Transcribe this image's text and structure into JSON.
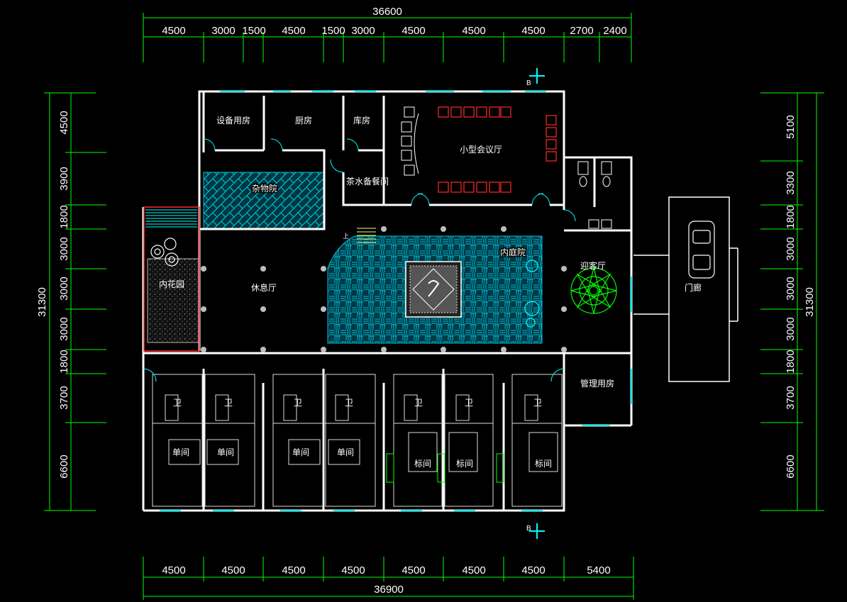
{
  "colors": {
    "background": "#000000",
    "walls": "#ffffff",
    "dimension_lines": "#00ff00",
    "windows": "#00ffff",
    "paving": "#00bcd4",
    "furniture_red": "#ff0000",
    "column": "#bdbdbd"
  },
  "dimensions": {
    "top_total": "36600",
    "top_segments": [
      "4500",
      "3000",
      "1500",
      "4500",
      "1500",
      "3000",
      "4500",
      "4500",
      "4500",
      "2700",
      "2400"
    ],
    "bottom_total": "36900",
    "bottom_segments": [
      "4500",
      "4500",
      "4500",
      "4500",
      "4500",
      "4500",
      "4500",
      "5400"
    ],
    "left_total": "31300",
    "left_segments": [
      "4500",
      "3900",
      "1800",
      "3000",
      "3000",
      "3000",
      "1800",
      "3700",
      "6600"
    ],
    "right_total": "31300",
    "right_segments": [
      "5100",
      "3300",
      "1800",
      "3000",
      "3000",
      "3000",
      "1800",
      "3700",
      "6600"
    ]
  },
  "section_marks": {
    "top": "B",
    "bottom": "B"
  },
  "stair_label": "上",
  "rooms": {
    "equipment": "设备用房",
    "kitchen": "厨房",
    "storage": "库房",
    "meeting": "小型会议厅",
    "sundries_yard": "杂物院",
    "tea_prep": "茶水备餐间",
    "inner_garden": "内花园",
    "lounge": "休息厅",
    "inner_courtyard": "内庭院",
    "reception": "迎客厅",
    "porch": "门廊",
    "management": "管理用房",
    "bath": "卫",
    "single_room": "单间",
    "standard_room": "标间"
  }
}
